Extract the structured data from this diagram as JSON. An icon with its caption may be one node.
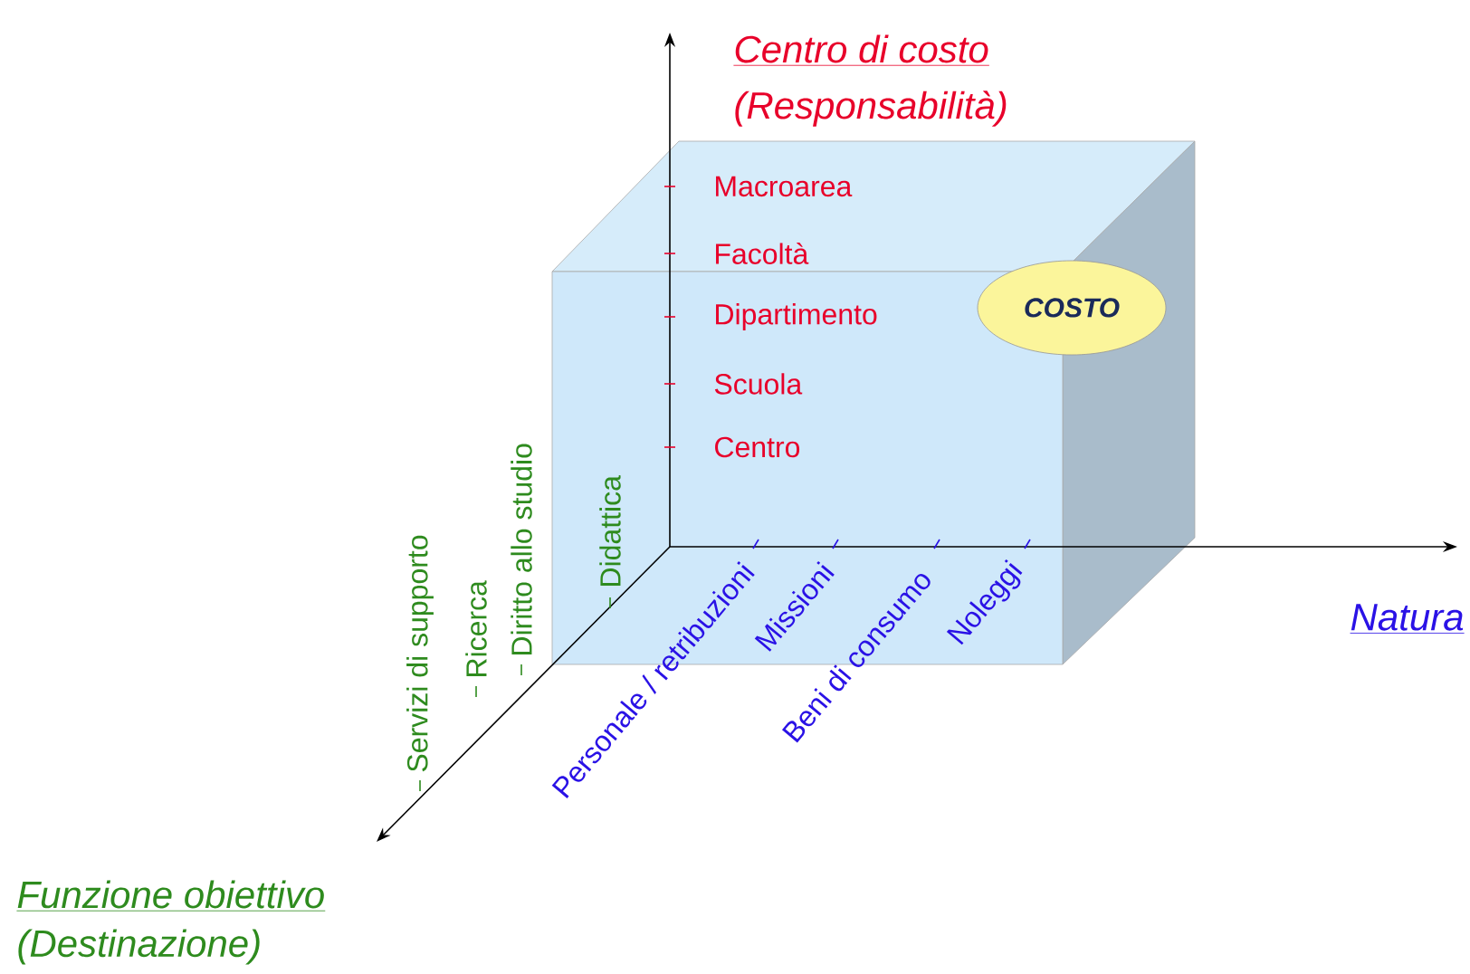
{
  "diagram": {
    "nodes": [
      {
        "text": [
          "COSTO"
        ]
      }
    ],
    "labels": [
      "Centro di costo",
      "(Responsabilità)",
      "Macroarea",
      "Facoltà",
      "Dipartimento",
      "Scuola",
      "Centro",
      "Servizi di supporto",
      "Ricerca",
      "Diritto allo studio",
      "Didattica",
      "Personale / retribuzioni",
      "Missioni",
      "Beni di consumo",
      "Noleggi",
      "Natura",
      "Funzione obiettivo",
      "(Destinazione)"
    ]
  }
}
